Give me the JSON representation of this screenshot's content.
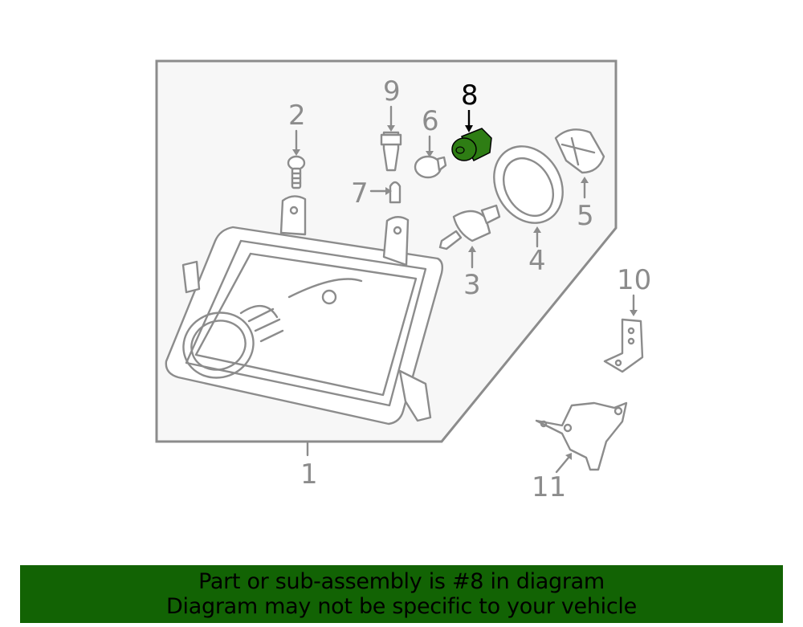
{
  "diagram": {
    "highlight_color": "#2e7d14",
    "line_color": "#8c8c8c",
    "panel_fill": "#f7f7f7",
    "callouts": [
      {
        "id": "1",
        "label": "1",
        "highlighted": false
      },
      {
        "id": "2",
        "label": "2",
        "highlighted": false
      },
      {
        "id": "3",
        "label": "3",
        "highlighted": false
      },
      {
        "id": "4",
        "label": "4",
        "highlighted": false
      },
      {
        "id": "5",
        "label": "5",
        "highlighted": false
      },
      {
        "id": "6",
        "label": "6",
        "highlighted": false
      },
      {
        "id": "7",
        "label": "7",
        "highlighted": false
      },
      {
        "id": "8",
        "label": "8",
        "highlighted": true
      },
      {
        "id": "9",
        "label": "9",
        "highlighted": false
      },
      {
        "id": "10",
        "label": "10",
        "highlighted": false
      },
      {
        "id": "11",
        "label": "11",
        "highlighted": false
      }
    ]
  },
  "banner": {
    "line1": "Part or sub-assembly is #8 in diagram",
    "line2": "Diagram may not be specific to your vehicle",
    "background": "#126304"
  }
}
